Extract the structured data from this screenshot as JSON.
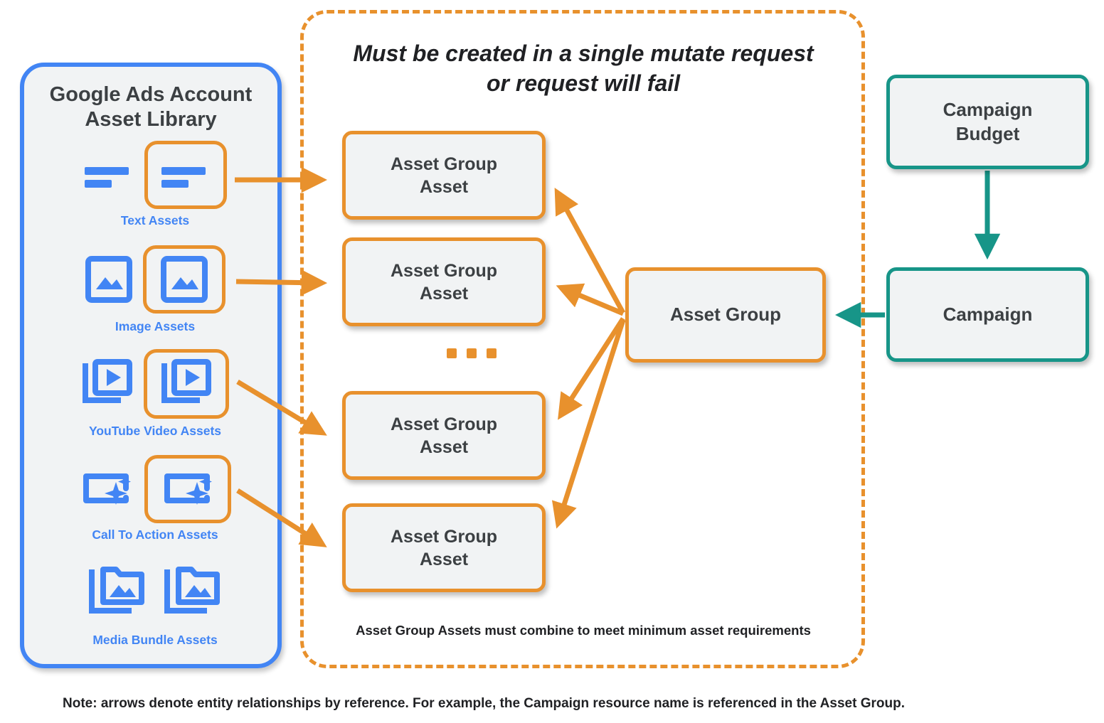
{
  "diagram": {
    "title_note": "Note: arrows denote entity relationships by reference. For example, the Campaign resource name is referenced in the Asset Group.",
    "colors": {
      "orange": "#e8912d",
      "blue": "#4285f4",
      "teal": "#179588",
      "node_fill": "#f1f3f4",
      "text_dark": "#3c4043"
    }
  },
  "sidebar": {
    "title": "Google Ads Account\nAsset Library",
    "title_line1": "Google Ads Account",
    "title_line2": "Asset Library",
    "items": [
      {
        "label": "Text Assets",
        "icon": "text-asset-icon"
      },
      {
        "label": "Image Assets",
        "icon": "image-asset-icon"
      },
      {
        "label": "YouTube Video  Assets",
        "icon": "video-asset-icon"
      },
      {
        "label": "Call To Action Assets",
        "icon": "call-to-action-asset-icon"
      },
      {
        "label": "Media Bundle  Assets",
        "icon": "media-bundle-asset-icon"
      }
    ]
  },
  "mutate_container": {
    "title_line1": "Must be created in a single mutate request",
    "title_line2": "or request will fail",
    "footnote": "Asset Group Assets must combine to meet minimum asset requirements"
  },
  "nodes": {
    "asset_group_assets": [
      {
        "line1": "Asset Group",
        "line2": "Asset"
      },
      {
        "line1": "Asset Group",
        "line2": "Asset"
      },
      {
        "line1": "Asset Group",
        "line2": "Asset"
      },
      {
        "line1": "Asset Group",
        "line2": "Asset"
      }
    ],
    "ellipsis": "...",
    "asset_group": "Asset Group",
    "campaign_budget_line1": "Campaign",
    "campaign_budget_line2": "Budget",
    "campaign": "Campaign"
  }
}
